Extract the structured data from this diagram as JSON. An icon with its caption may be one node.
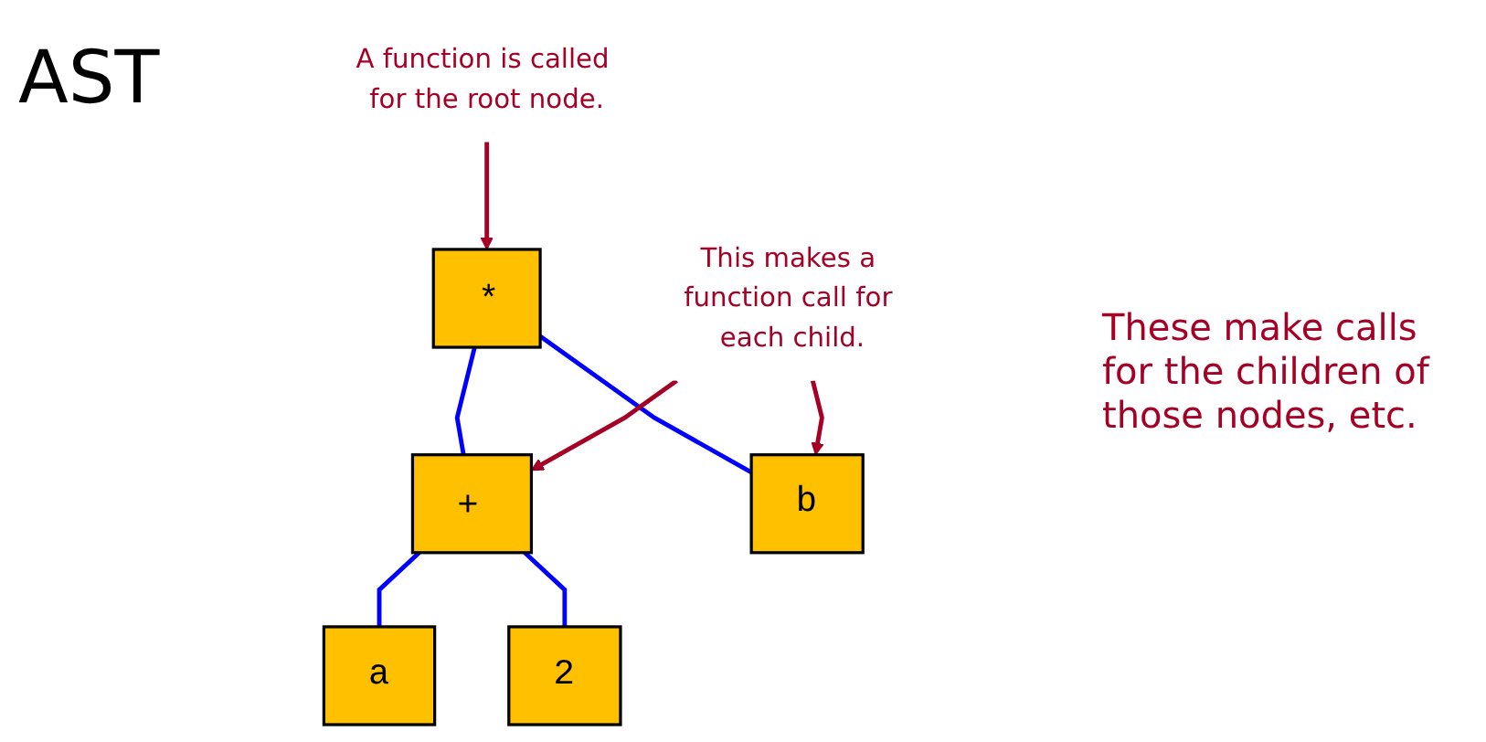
{
  "diagram": {
    "title": "AST",
    "nodes": [
      {
        "text": [
          "*"
        ]
      },
      {
        "text": [
          "+"
        ]
      },
      {
        "text": [
          "b"
        ]
      },
      {
        "text": [
          "a"
        ]
      },
      {
        "text": [
          "2"
        ]
      },
      {
        "text": [
          "A function is called for the root node."
        ]
      },
      {
        "text": [
          "This makes a function call for each child."
        ]
      }
    ],
    "edges": [
      {
        "from": 0,
        "to": 1,
        "arrow": "none"
      },
      {
        "from": 0,
        "to": 2,
        "arrow": "none"
      },
      {
        "from": 1,
        "to": 3,
        "arrow": "none"
      },
      {
        "from": 1,
        "to": 4,
        "arrow": "none"
      },
      {
        "from": 5,
        "to": 0,
        "arrow": "to",
        "color": "#a50026"
      },
      {
        "from": 6,
        "to": 1,
        "arrow": "to",
        "color": "#a50026"
      },
      {
        "from": 6,
        "to": 2,
        "arrow": "to",
        "color": "#a50026"
      }
    ],
    "labels": [
      "These make calls for the children of those nodes, etc."
    ]
  }
}
